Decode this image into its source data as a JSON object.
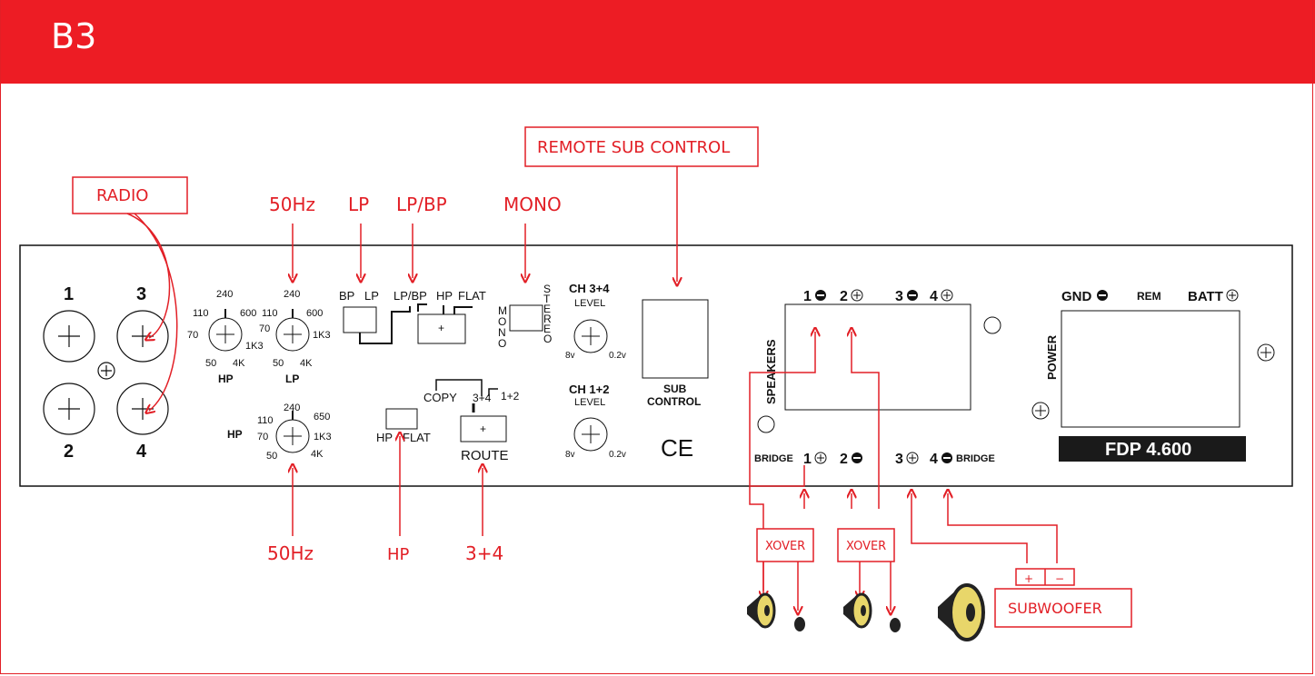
{
  "header": {
    "title": "B3"
  },
  "callouts": {
    "radio": "RADIO",
    "remote_sub_control": "REMOTE SUB CONTROL",
    "top_50hz": "50Hz",
    "top_lp": "LP",
    "top_lpbp": "LP/BP",
    "top_mono": "MONO",
    "bottom_50hz": "50Hz",
    "bottom_hp": "HP",
    "bottom_34": "3+4",
    "xover1": "XOVER",
    "xover2": "XOVER",
    "subwoofer": "SUBWOOFER",
    "sub_plus": "+",
    "sub_minus": "−"
  },
  "panel": {
    "rca_labels": [
      "1",
      "3",
      "2",
      "4"
    ],
    "hp_label": "HP",
    "lp_label": "LP",
    "hp_left_label": "HP",
    "hp_knob_ticks": [
      "240",
      "110",
      "600",
      "70",
      "1K3",
      "50",
      "4K"
    ],
    "lp_knob_ticks": [
      "240",
      "110",
      "600",
      "70",
      "1K3",
      "50",
      "4K"
    ],
    "bottom_knob_ticks": [
      "240",
      "110",
      "650",
      "70",
      "1K3",
      "50",
      "4K"
    ],
    "sw_bp": "BP",
    "sw_lp": "LP",
    "sw_lpbp": "LP/BP",
    "sw_hp": "HP",
    "sw_flat": "FLAT",
    "mono": "MONO",
    "stereo": "STEREO",
    "ch34": "CH 3+4",
    "ch12": "CH 1+2",
    "level": "LEVEL",
    "level2": "LEVEL",
    "v8": "8v",
    "v02": "0.2v",
    "v8b": "8v",
    "v02b": "0.2v",
    "sub1": "SUB",
    "sub2": "CONTROL",
    "ce": "CE",
    "copy": "COPY",
    "route34": "3+4",
    "route12": "1+2",
    "route": "ROUTE",
    "hp2": "HP",
    "flat2": "FLAT",
    "plus": "+",
    "speakers": "SPEAKERS",
    "spk_top": [
      "1",
      "2",
      "3",
      "4"
    ],
    "spk_bottom": [
      "1",
      "2",
      "3",
      "4"
    ],
    "bridge": "BRIDGE",
    "power": "POWER",
    "gnd": "GND",
    "rem": "REM",
    "batt": "BATT",
    "model": "FDP 4.600"
  },
  "colors": {
    "accent": "#ed1c24",
    "ink": "#111111",
    "cone": "#e8d66a"
  }
}
